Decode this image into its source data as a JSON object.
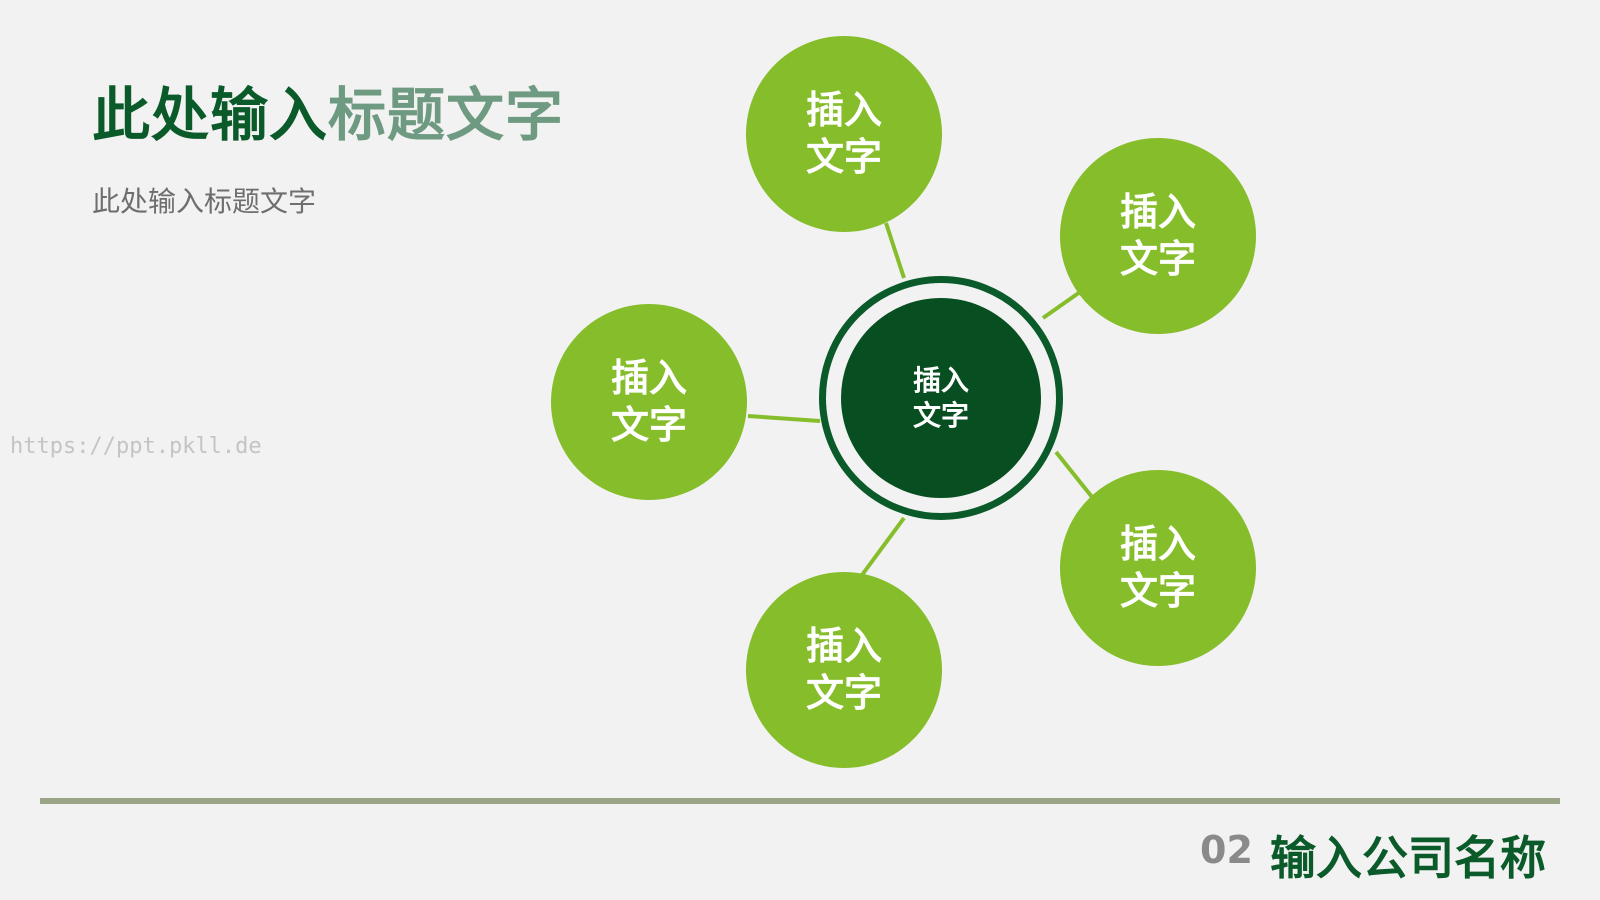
{
  "header": {
    "title_dark": "此处输入",
    "title_light": "标题文字",
    "subtitle": "此处输入标题文字"
  },
  "watermark": "https://ppt.pkll.de",
  "diagram": {
    "center": {
      "label": "插入文字"
    },
    "satellites": [
      {
        "label": "插入文字"
      },
      {
        "label": "插入文字"
      },
      {
        "label": "插入文字"
      },
      {
        "label": "插入文字"
      },
      {
        "label": "插入文字"
      }
    ]
  },
  "footer": {
    "page_number": "02",
    "company": "输入公司名称"
  },
  "colors": {
    "dark_green": "#0b5a2a",
    "light_green": "#86bd2b",
    "muted_green": "#6f9a82",
    "divider": "#9aa486"
  }
}
